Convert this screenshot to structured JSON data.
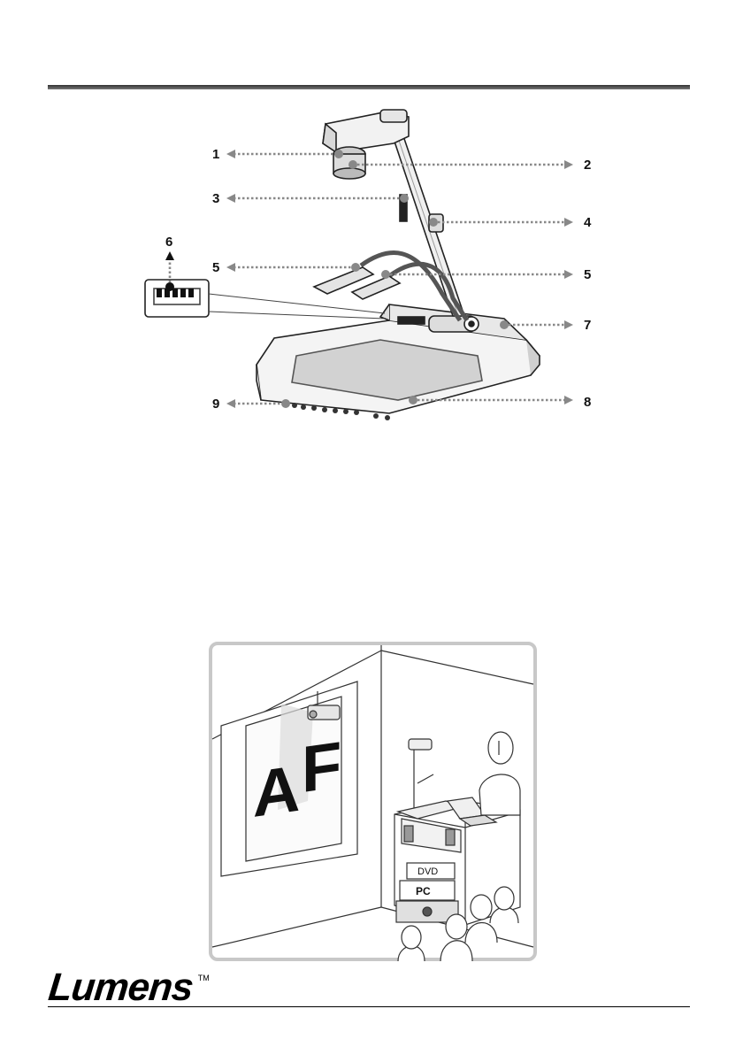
{
  "callouts": {
    "n1": "1",
    "n2": "2",
    "n3": "3",
    "n4": "4",
    "n5a": "5",
    "n5b": "5",
    "n6": "6",
    "n7": "7",
    "n8": "8",
    "n9": "9"
  },
  "classroom": {
    "dvd_label": "DVD",
    "pc_label": "PC",
    "screen_letter_left": "A",
    "screen_letter_right": "F"
  },
  "footer": {
    "logo": "Lumens",
    "trademark": "TM"
  },
  "colors": {
    "callout_line": "#888888",
    "drawing_stroke": "#222222",
    "frame_border": "#c8c8c8"
  }
}
